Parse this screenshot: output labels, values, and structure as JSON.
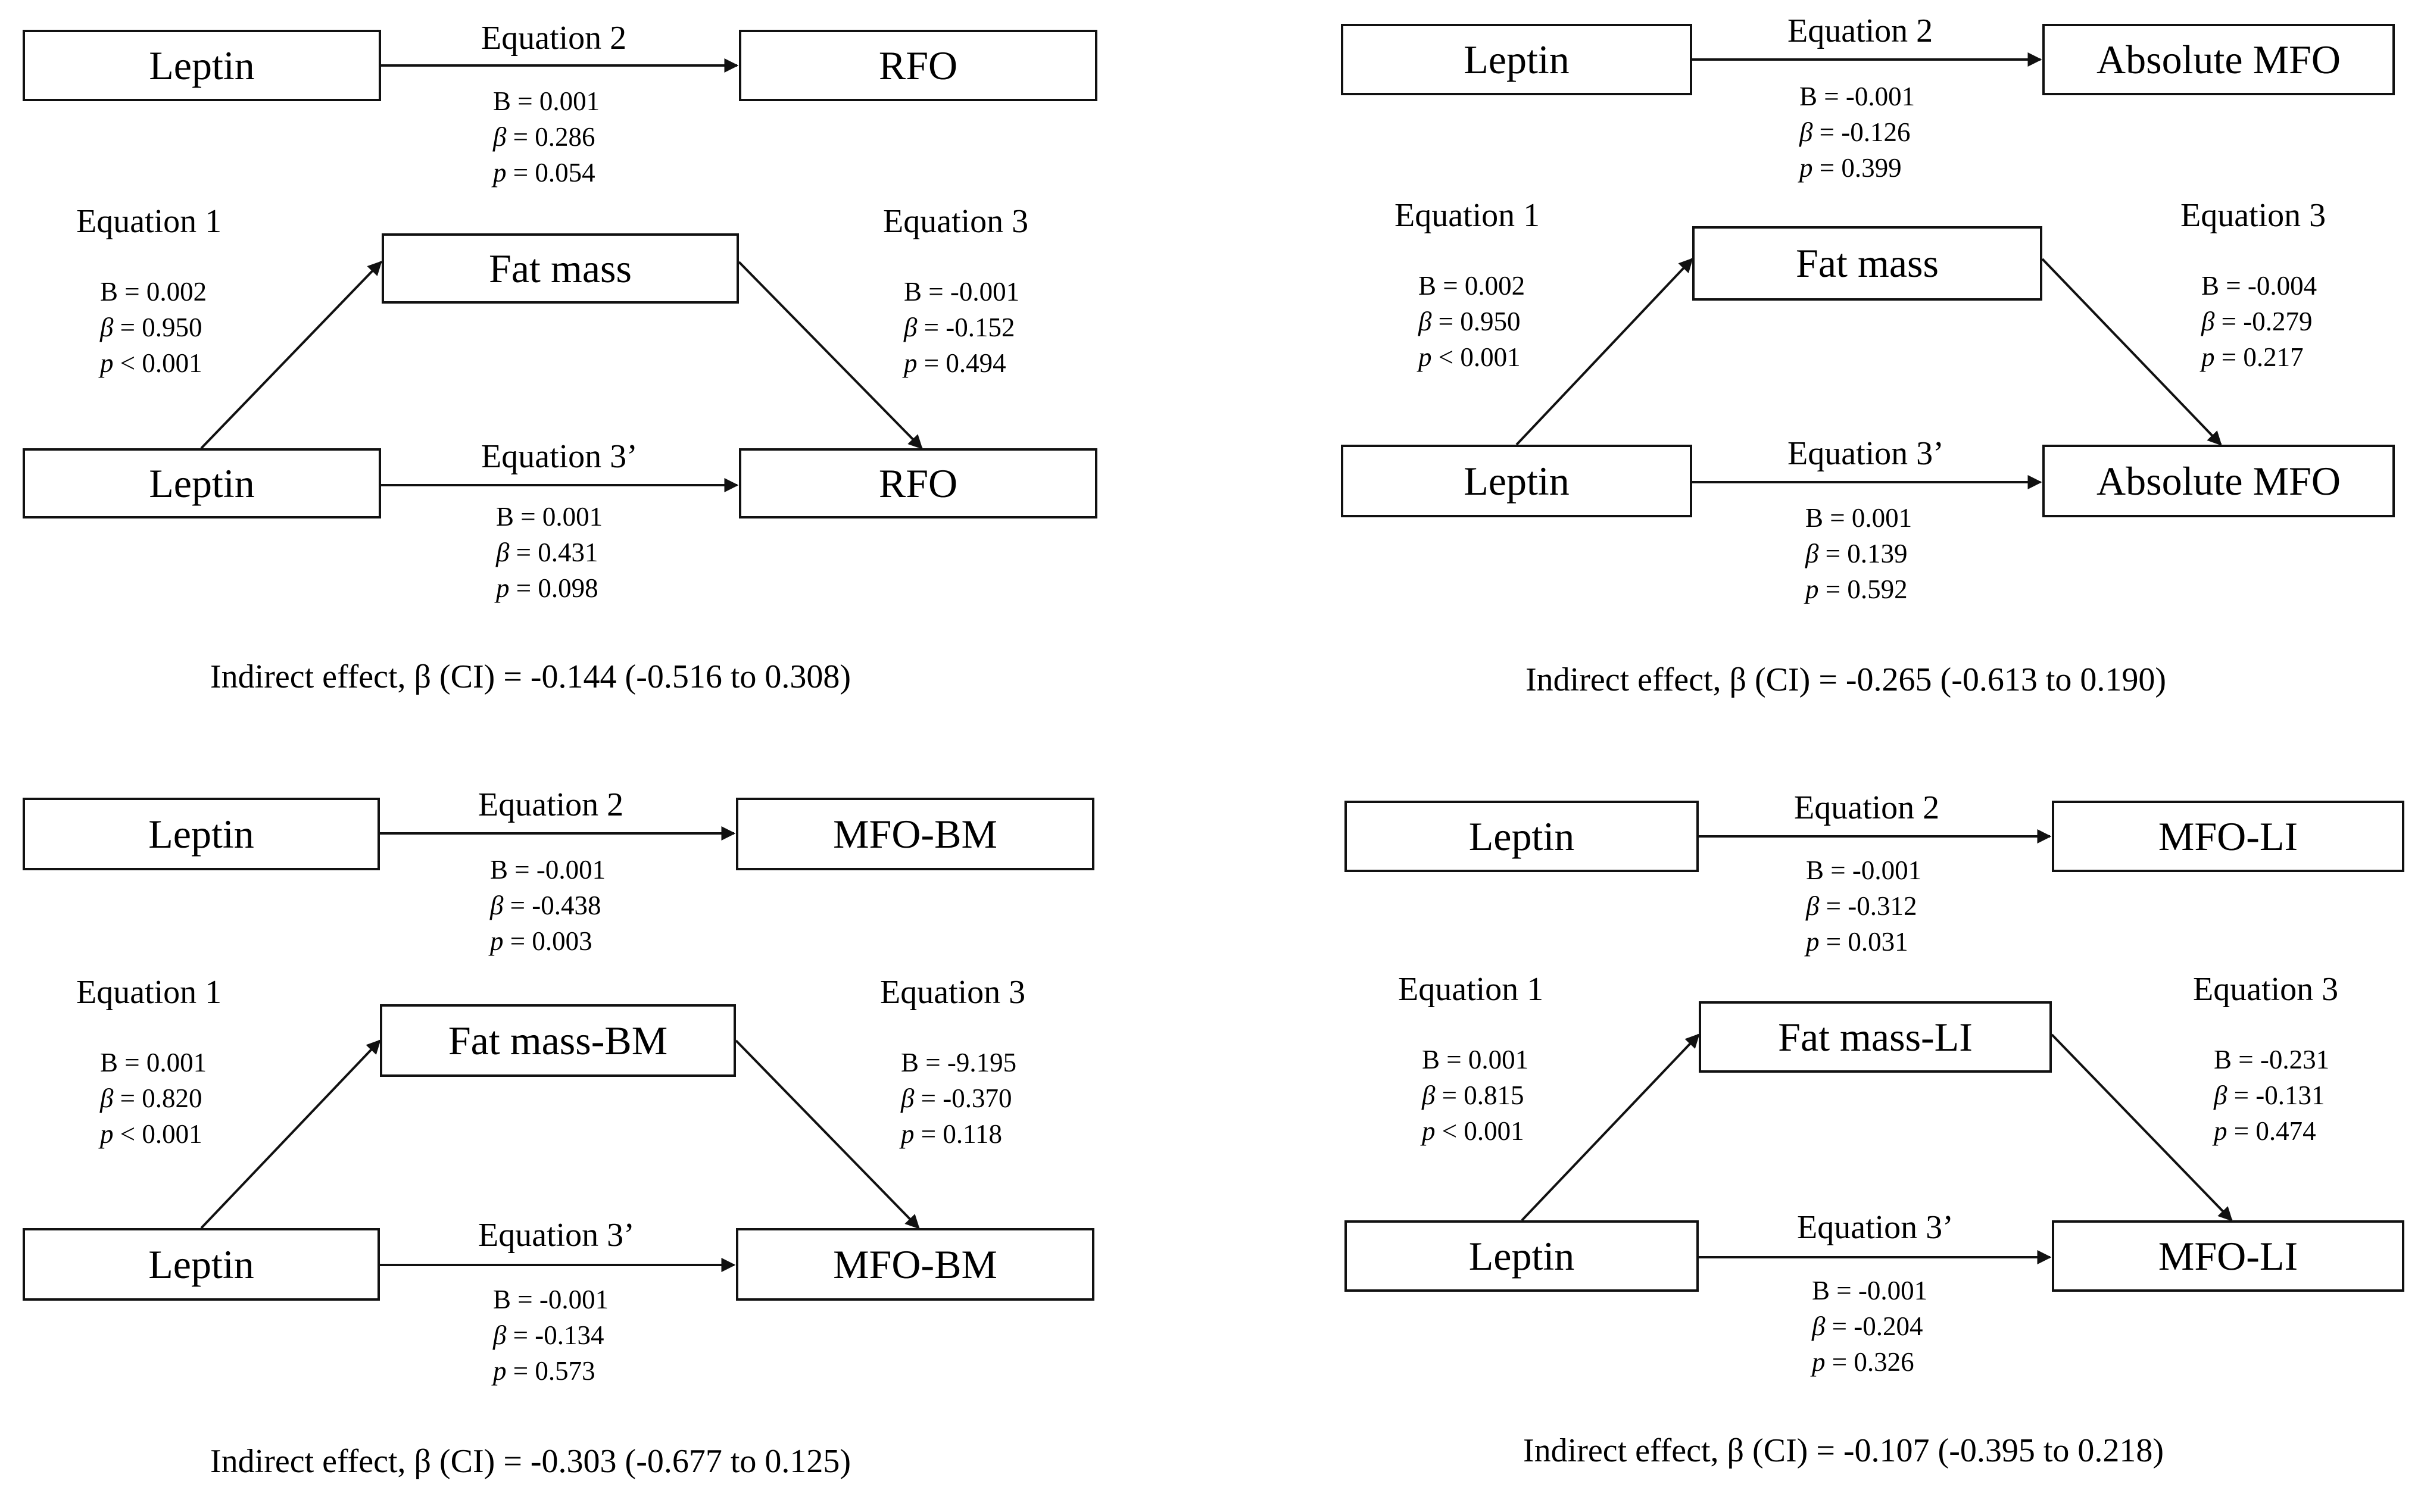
{
  "panels": [
    {
      "id": "rfo",
      "predictor": "Leptin",
      "mediator": "Fat mass",
      "outcome": "RFO",
      "eq1": {
        "label": "Equation 1",
        "B": "B = 0.002",
        "beta": " = 0.950",
        "p": " < 0.001"
      },
      "eq2": {
        "label": "Equation 2",
        "B": "B = 0.001",
        "beta": " = 0.286",
        "p": " = 0.054"
      },
      "eq3": {
        "label": "Equation 3",
        "B": "B = -0.001",
        "beta": " = -0.152",
        "p": " = 0.494"
      },
      "eq3p": {
        "label": "Equation 3’",
        "B": "B = 0.001",
        "beta": " = 0.431",
        "p": " = 0.098"
      },
      "indirect": "Indirect effect, β (CI) = -0.144 (-0.516 to 0.308)"
    },
    {
      "id": "absolute-mfo",
      "predictor": "Leptin",
      "mediator": "Fat mass",
      "outcome": "Absolute MFO",
      "eq1": {
        "label": "Equation 1",
        "B": "B = 0.002",
        "beta": " = 0.950",
        "p": " < 0.001"
      },
      "eq2": {
        "label": "Equation 2",
        "B": "B = -0.001",
        "beta": " = -0.126",
        "p": " = 0.399"
      },
      "eq3": {
        "label": "Equation 3",
        "B": "B = -0.004",
        "beta": " = -0.279",
        "p": " = 0.217"
      },
      "eq3p": {
        "label": "Equation 3’",
        "B": "B = 0.001",
        "beta": " = 0.139",
        "p": " = 0.592"
      },
      "indirect": "Indirect effect, β (CI) = -0.265 (-0.613 to 0.190)"
    },
    {
      "id": "mfo-bm",
      "predictor": "Leptin",
      "mediator": "Fat mass-BM",
      "outcome": "MFO-BM",
      "eq1": {
        "label": "Equation 1",
        "B": "B = 0.001",
        "beta": " = 0.820",
        "p": " < 0.001"
      },
      "eq2": {
        "label": "Equation 2",
        "B": "B = -0.001",
        "beta": " = -0.438",
        "p": " = 0.003"
      },
      "eq3": {
        "label": "Equation 3",
        "B": "B = -9.195",
        "beta": " = -0.370",
        "p": " = 0.118"
      },
      "eq3p": {
        "label": "Equation 3’",
        "B": "B = -0.001",
        "beta": " = -0.134",
        "p": " = 0.573"
      },
      "indirect": "Indirect effect, β (CI) = -0.303 (-0.677 to 0.125)"
    },
    {
      "id": "mfo-li",
      "predictor": "Leptin",
      "mediator": "Fat mass-LI",
      "outcome": "MFO-LI",
      "eq1": {
        "label": "Equation 1",
        "B": "B = 0.001",
        "beta": " = 0.815",
        "p": " < 0.001"
      },
      "eq2": {
        "label": "Equation 2",
        "B": "B = -0.001",
        "beta": " = -0.312",
        "p": " = 0.031"
      },
      "eq3": {
        "label": "Equation 3",
        "B": "B = -0.231",
        "beta": " = -0.131",
        "p": " = 0.474"
      },
      "eq3p": {
        "label": "Equation 3’",
        "B": "B = -0.001",
        "beta": " = -0.204",
        "p": " = 0.326"
      },
      "indirect": "Indirect effect, β (CI) = -0.107 (-0.395 to 0.218)"
    }
  ],
  "symbols": {
    "beta": "β",
    "p": "p"
  }
}
